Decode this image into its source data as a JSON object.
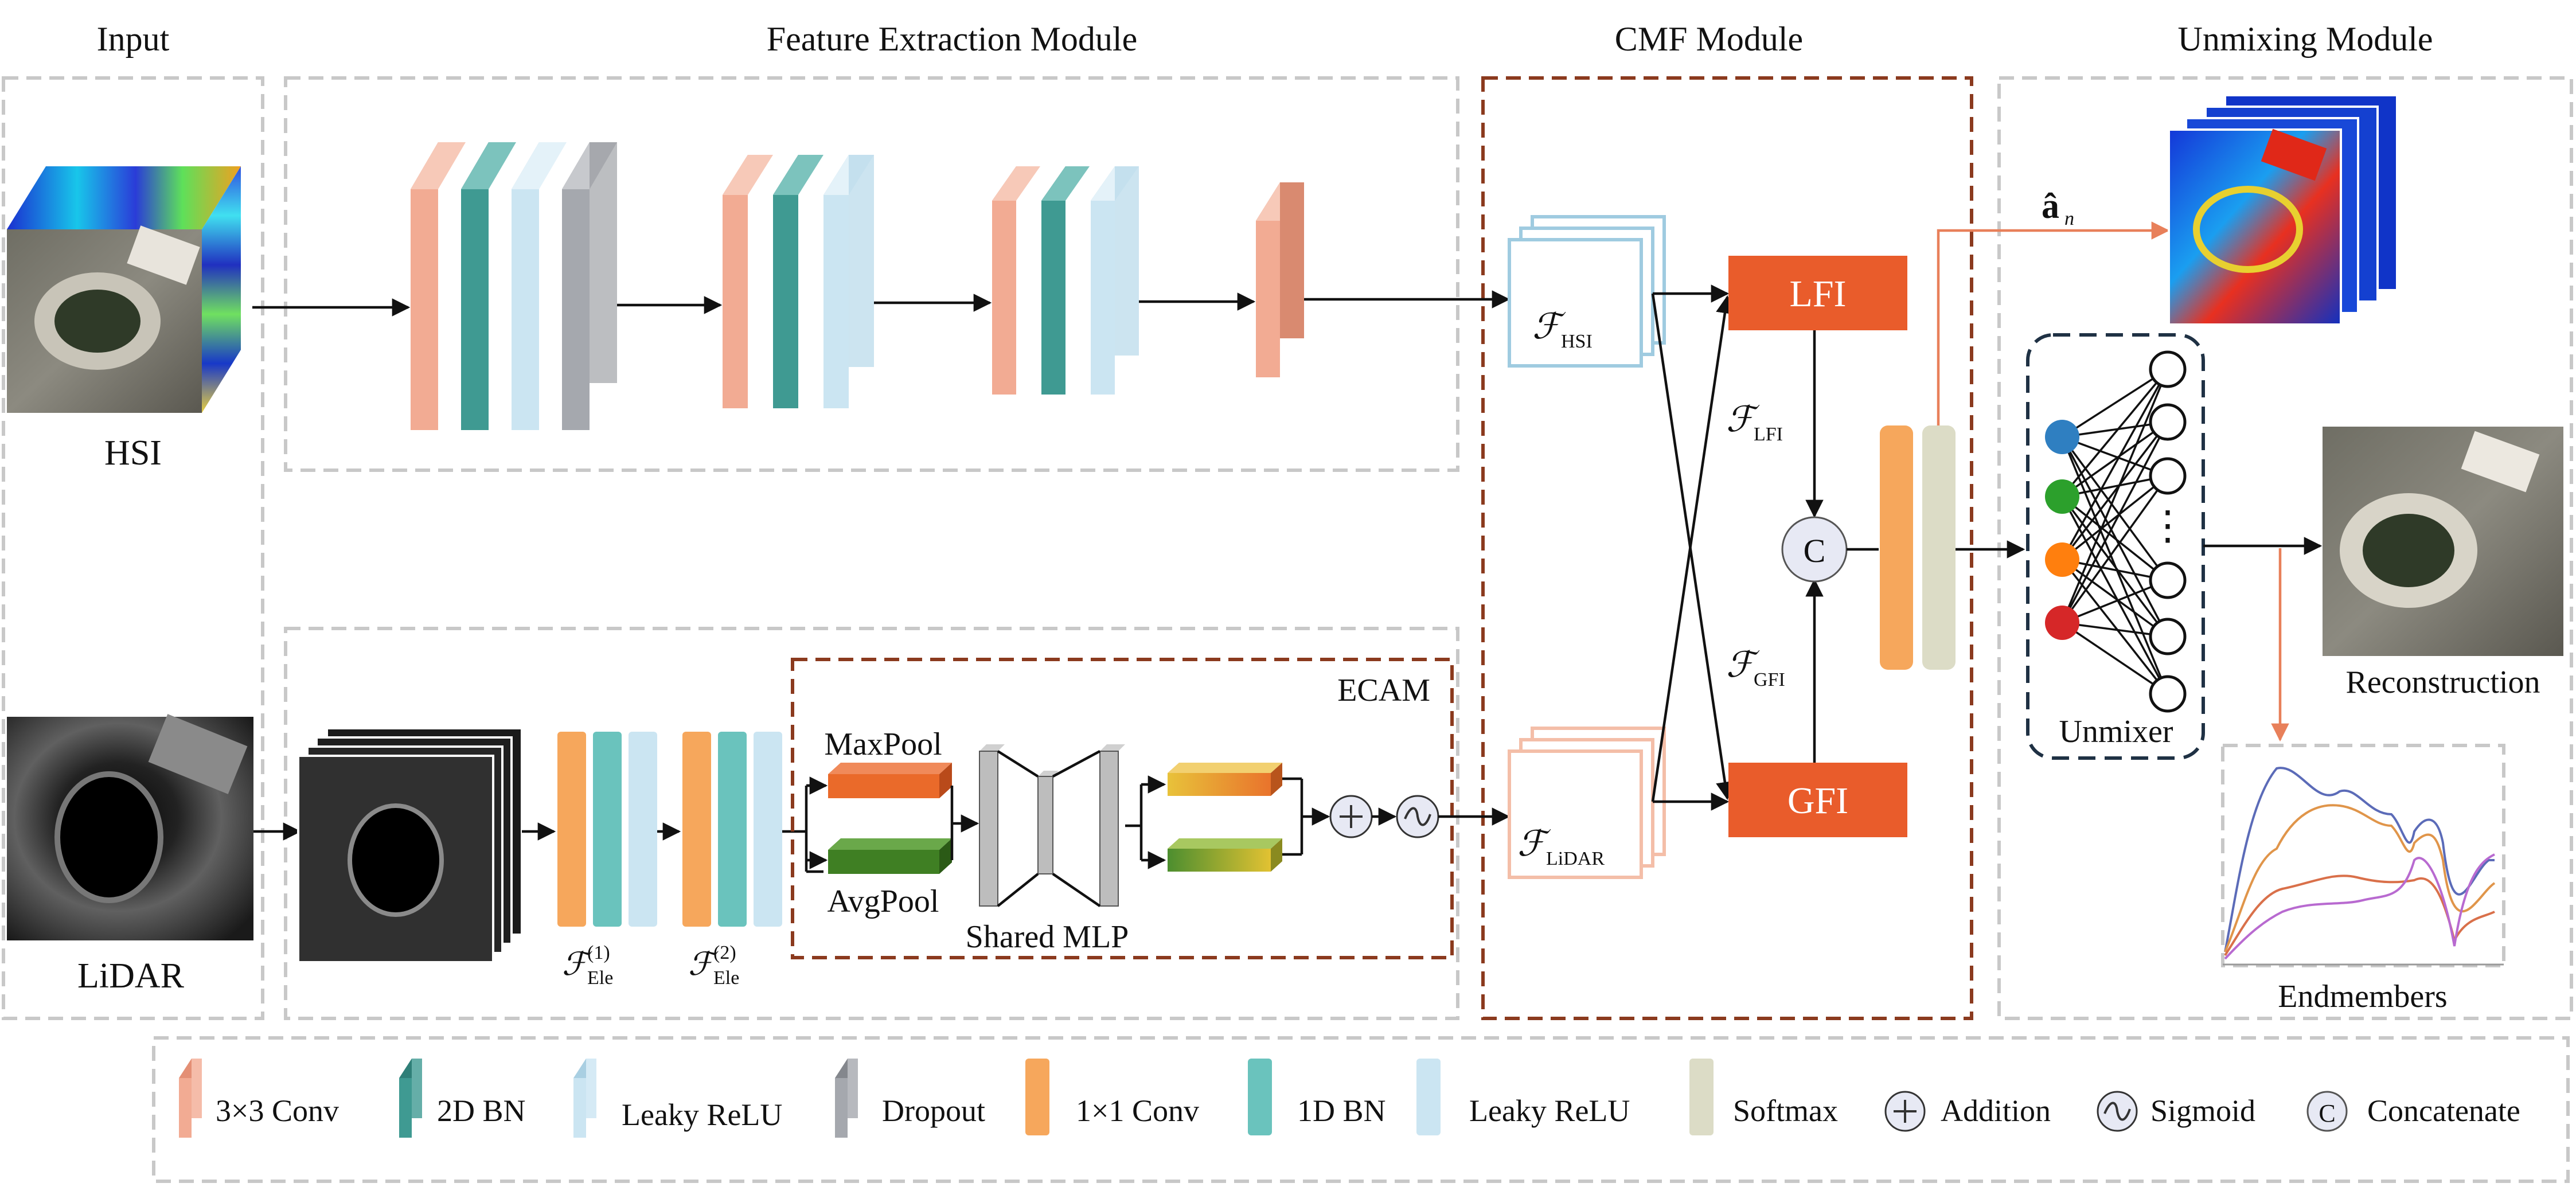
{
  "titles": {
    "input": "Input",
    "feature": "Feature Extraction Module",
    "cmf": "CMF Module",
    "unmixing": "Unmixing Module"
  },
  "labels": {
    "hsi": "HSI",
    "lidar": "LiDAR",
    "ecam": "ECAM",
    "maxpool": "MaxPool",
    "avgpool": "AvgPool",
    "shared_mlp": "Shared MLP",
    "lfi": "LFI",
    "gfi": "GFI",
    "concat_symbol": "C",
    "unmixer": "Unmixer",
    "reconstruction": "Reconstruction",
    "endmembers": "Endmembers",
    "abundance": "â",
    "abundance_sub": "n",
    "f_script": "ℱ",
    "f_hsi_sub": "HSI",
    "f_lidar_sub": "LiDAR",
    "f_lfi_sub": "LFI",
    "f_gfi_sub": "GFI",
    "f_ele_sub": "Ele",
    "f_ele1_sup": "(1)",
    "f_ele2_sup": "(2)",
    "dots": "⋮"
  },
  "legend": [
    {
      "label": "3×3 Conv",
      "color": "#f2ab93"
    },
    {
      "label": "2D BN",
      "color": "#3f9a92"
    },
    {
      "label": "Leaky ReLU",
      "color": "#cbe5f2"
    },
    {
      "label": "Dropout",
      "color": "#a5a8ae"
    },
    {
      "label": "1×1 Conv",
      "color": "#f6a75c"
    },
    {
      "label": "1D BN",
      "color": "#6ac3bd"
    },
    {
      "label": "Leaky ReLU",
      "color": "#cbe5f2"
    },
    {
      "label": "Softmax",
      "color": "#dcdcc6"
    },
    {
      "label": "Addition",
      "icon": "addition-icon"
    },
    {
      "label": "Sigmoid",
      "icon": "sigmoid-icon"
    },
    {
      "label": "Concatenate",
      "icon": "concatenate-icon"
    }
  ],
  "colors": {
    "conv3": "#f2ab93",
    "bn2d": "#3f9a92",
    "relu": "#cbe5f2",
    "dropout": "#a5a8ae",
    "conv1": "#f6a75c",
    "bn1d": "#6ac3bd",
    "softmax": "#dcdcc6",
    "block_orange": "#e95c2b",
    "ecam_border": "#8b3a1e",
    "node_blue": "#2f7fc1",
    "node_green": "#2ca02c",
    "node_orange": "#ff7f0e",
    "node_red": "#d62728"
  }
}
